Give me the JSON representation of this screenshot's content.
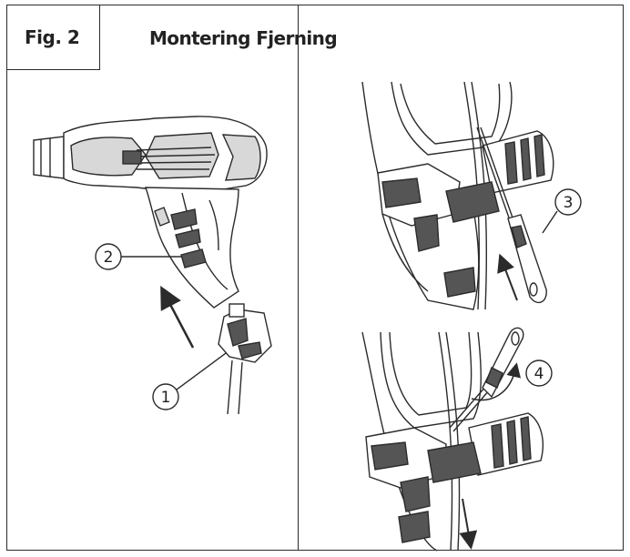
{
  "figure": {
    "label": "Fig. 2",
    "heading": "Montering Fjerning"
  },
  "callouts": {
    "c1": "1",
    "c2": "2",
    "c3": "3",
    "c4": "4"
  },
  "colors": {
    "line": "#2b2b2b",
    "fill_dark": "#555555",
    "fill_light": "#d8d8d8",
    "background": "#ffffff"
  }
}
